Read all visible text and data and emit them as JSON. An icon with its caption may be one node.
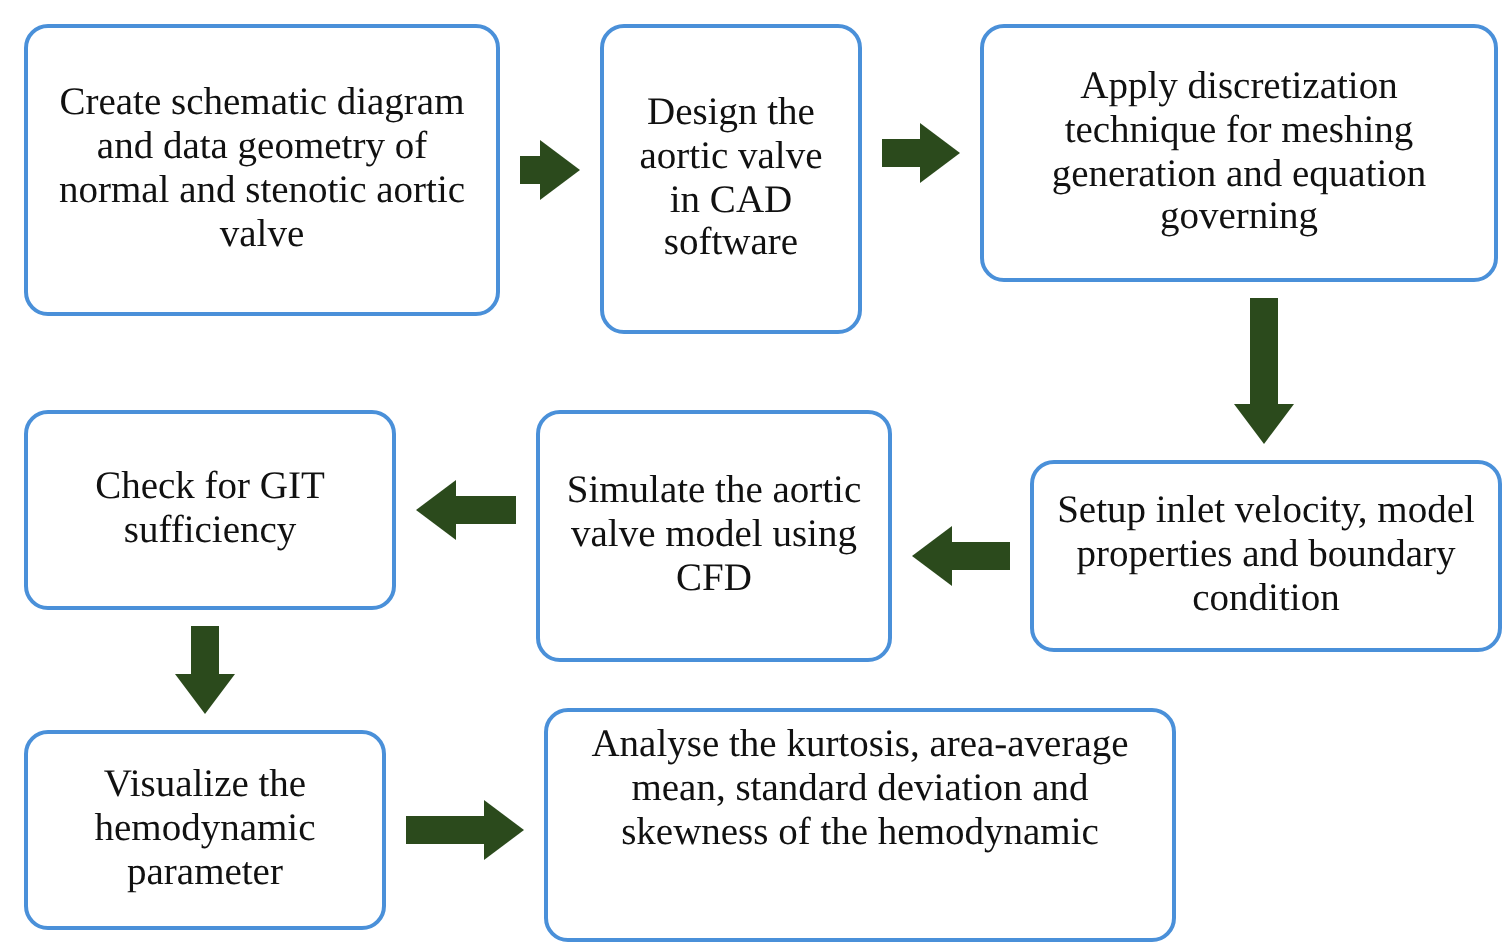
{
  "diagram": {
    "nodes": [
      {
        "text": [
          "Create schematic diagram and data geometry of normal and stenotic aortic valve"
        ]
      },
      {
        "text": [
          "Design the aortic valve in CAD software"
        ]
      },
      {
        "text": [
          "Apply discretization technique for meshing generation and equation governing"
        ]
      },
      {
        "text": [
          "Setup inlet velocity, model properties and boundary condition"
        ]
      },
      {
        "text": [
          "Simulate the aortic valve model using CFD"
        ]
      },
      {
        "text": [
          "Check for GIT sufficiency"
        ]
      },
      {
        "text": [
          "Visualize the hemodynamic parameter"
        ]
      },
      {
        "text": [
          "Analyse the kurtosis, area-average mean, standard deviation and skewness of the hemodynamic"
        ]
      }
    ],
    "edges": [
      {
        "from": 0,
        "to": 1,
        "arrow": "to"
      },
      {
        "from": 1,
        "to": 2,
        "arrow": "to"
      },
      {
        "from": 2,
        "to": 3,
        "arrow": "to"
      },
      {
        "from": 3,
        "to": 4,
        "arrow": "to"
      },
      {
        "from": 4,
        "to": 5,
        "arrow": "to"
      },
      {
        "from": 5,
        "to": 6,
        "arrow": "to"
      },
      {
        "from": 6,
        "to": 7,
        "arrow": "to"
      }
    ]
  }
}
